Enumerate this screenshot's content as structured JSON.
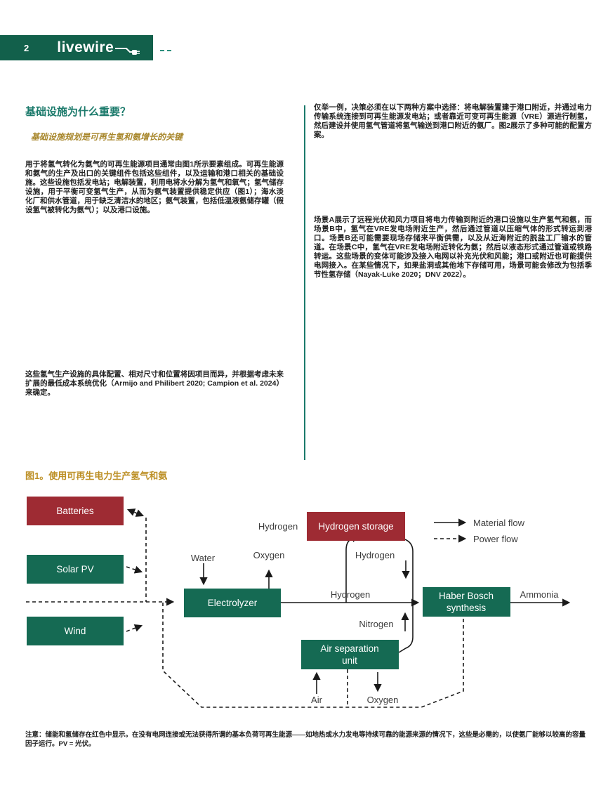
{
  "header": {
    "page_number": "2",
    "logo_text": "livewire"
  },
  "left_column": {
    "heading": "基础设施为什么重要？",
    "subheading": "基础设施规划是可再生氢和氨增长的关键",
    "para1": "用于将氢气转化为氨气的可再生能源项目通常由图1所示要素组成。可再生能源和氨气的生产及出口的关键组件包括这些组件，以及运输和港口相关的基础设施。这些设施包括发电站；电解装置，利用电将水分解为氢气和氧气；氢气储存设施，用于平衡可变氢气生产，从而为氨气装置提供稳定供应（图1）；海水淡化厂和供水管道，用于缺乏清洁水的地区；氨气装置，包括低温液氨储存罐（假设氢气被转化为氨气）；以及港口设施。",
    "para2": "这些氢气生产设施的具体配置、相对尺寸和位置将因项目而异，并根据考虑未来扩展的最低成本系统优化（Armijo and Philibert 2020; Campion et al. 2024）来确定。"
  },
  "right_column": {
    "para1": "仅举一例，决策必须在以下两种方案中选择：将电解装置建于港口附近，并通过电力传输系统连接到可再生能源发电站；或者靠近可变可再生能源（VRE）源进行制氢，然后建设并使用氢气管道将氢气输送到港口附近的氨厂。图2展示了多种可能的配置方案。",
    "para2": "场景A展示了远程光伏和风力项目将电力传输到附近的港口设施以生产氢气和氨，而场景B中，氢气在VRE发电场附近生产，然后通过管道以压缩气体的形式转运到港口。场景B还可能需要现场存储来平衡供需，以及从近海附近的脱盐工厂输水的管道。在场景C中，氢气在VRE发电场附近转化为氨；然后以液态形式通过管道或铁路转运。这些场景的变体可能涉及接入电网以补充光伏和风能；港口或附近也可能提供电网接入。在某些情况下，如果盐洞或其他地下存储可用，场景可能会修改为包括季节性氢存储（Nayak-Luke 2020；DNV 2022）。"
  },
  "figure": {
    "title": "图1。使用可再生电力生产氢气和氨",
    "note": "注意：储能和氢储存在红色中显示。在没有电网连接或无法获得所谓的基本负荷可再生能源——如地热或水力发电等持续可靠的能源来源的情况下，这些是必需的，以使氨厂能够以较高的容量因子运行。PV = 光伏。",
    "nodes": {
      "batteries": "Batteries",
      "solar_pv": "Solar PV",
      "wind": "Wind",
      "electrolyzer": "Electrolyzer",
      "hydrogen_storage": "Hydrogen storage",
      "haber_bosch_line1": "Haber Bosch",
      "haber_bosch_line2": "synthesis",
      "air_separation_line1": "Air separation",
      "air_separation_line2": "unit"
    },
    "flow_labels": {
      "water": "Water",
      "oxygen_top": "Oxygen",
      "hydrogen_to_storage": "Hydrogen",
      "hydrogen_from_storage": "Hydrogen",
      "hydrogen_main": "Hydrogen",
      "nitrogen": "Nitrogen",
      "air": "Air",
      "oxygen_bottom": "Oxygen",
      "ammonia": "Ammonia"
    },
    "legend": {
      "material_flow": "Material flow",
      "power_flow": "Power flow"
    }
  },
  "colors": {
    "brand_green": "#12604B",
    "box_green": "#156A53",
    "box_red": "#9E2B33",
    "heading_teal": "#1B7A6B",
    "accent_gold": "#BD9026"
  }
}
